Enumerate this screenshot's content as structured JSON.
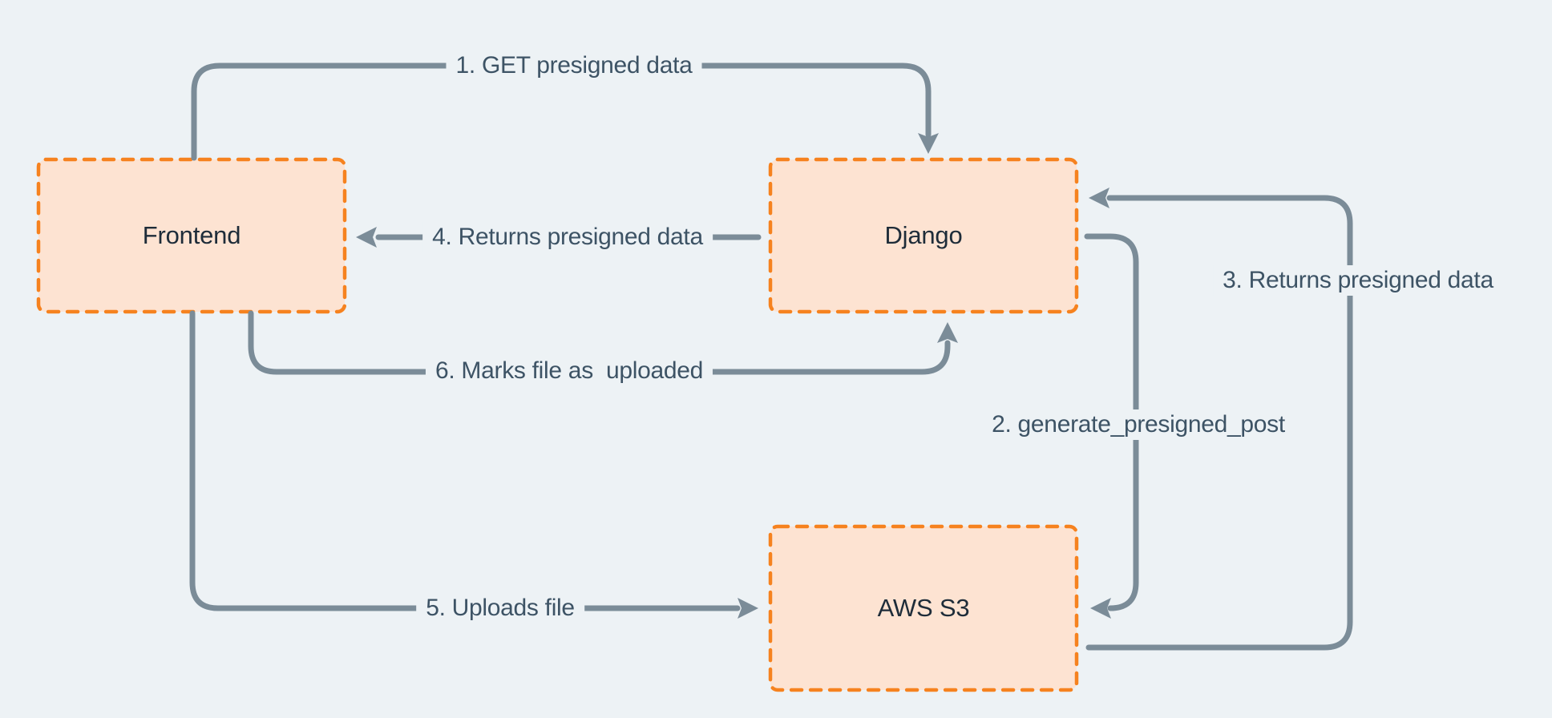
{
  "diagram": {
    "nodes": [
      {
        "id": "frontend",
        "label": "Frontend"
      },
      {
        "id": "django",
        "label": "Django"
      },
      {
        "id": "aws-s3",
        "label": "AWS S3"
      }
    ],
    "edges": [
      {
        "step": 1,
        "label": "1. GET presigned data",
        "from": "Frontend",
        "to": "Django"
      },
      {
        "step": 2,
        "label": "2. generate_presigned_post",
        "from": "Django",
        "to": "AWS S3"
      },
      {
        "step": 3,
        "label": "3. Returns presigned data",
        "from": "AWS S3",
        "to": "Django"
      },
      {
        "step": 4,
        "label": "4. Returns presigned data",
        "from": "Django",
        "to": "Frontend"
      },
      {
        "step": 5,
        "label": "5. Uploads file",
        "from": "Frontend",
        "to": "AWS S3"
      },
      {
        "step": 6,
        "label": "6. Marks file as  uploaded",
        "from": "Frontend",
        "to": "Django"
      }
    ],
    "theme": {
      "background": "#edf2f5",
      "node_fill": "#fde3d2",
      "node_border": "#f6821f",
      "arrow": "#7b8c98",
      "edge_label_color": "#3d5365",
      "node_label_color": "#1e2c39"
    }
  }
}
